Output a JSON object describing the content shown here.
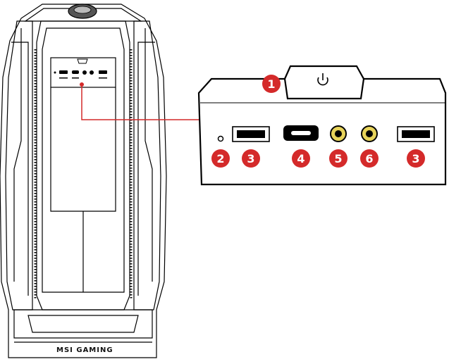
{
  "brand": "MSI GAMING",
  "colors": {
    "callout": "#d42a2a",
    "line": "#000000",
    "jack": "#e7d35a",
    "badge_text": "#ffffff"
  },
  "callouts": [
    {
      "number": "1",
      "part": "power-button"
    },
    {
      "number": "2",
      "part": "hdd-led"
    },
    {
      "number": "3",
      "part": "usb-port-left"
    },
    {
      "number": "4",
      "part": "usb-type-c-port"
    },
    {
      "number": "5",
      "part": "audio-jack"
    },
    {
      "number": "6",
      "part": "audio-jack"
    },
    {
      "number": "3",
      "part": "usb-port-right"
    }
  ]
}
